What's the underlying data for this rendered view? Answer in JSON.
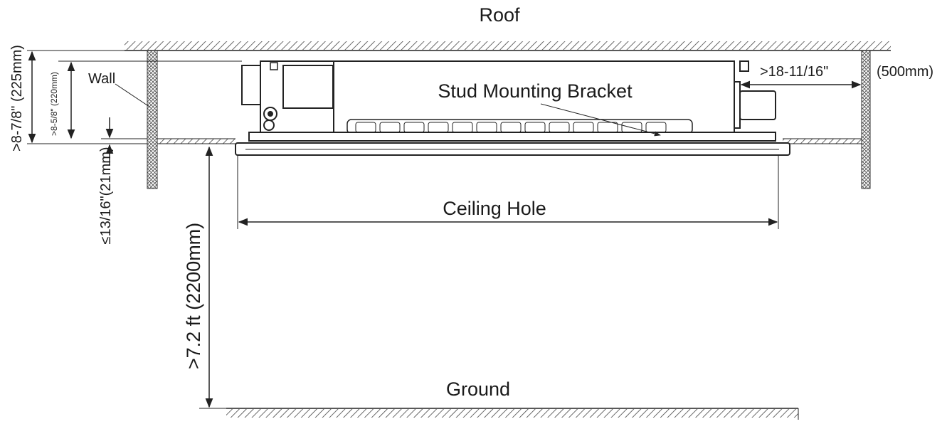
{
  "labels": {
    "roof": "Roof",
    "ground": "Ground",
    "wall": "Wall",
    "stud_bracket": "Stud Mounting Bracket",
    "ceiling_hole": "Ceiling Hole"
  },
  "dimensions": {
    "total_height": ">8-7/8\" (225mm)",
    "unit_height": ">8-5/8\" (220mm)",
    "ceiling_thickness": "≤13/16\"(21mm)",
    "floor_clearance": ">7.2 ft (2200mm)",
    "side_clearance_in": ">18-11/16\"",
    "side_clearance_mm": "(500mm)"
  },
  "colors": {
    "line": "#222222",
    "hatch": "#444444",
    "background": "#ffffff"
  }
}
